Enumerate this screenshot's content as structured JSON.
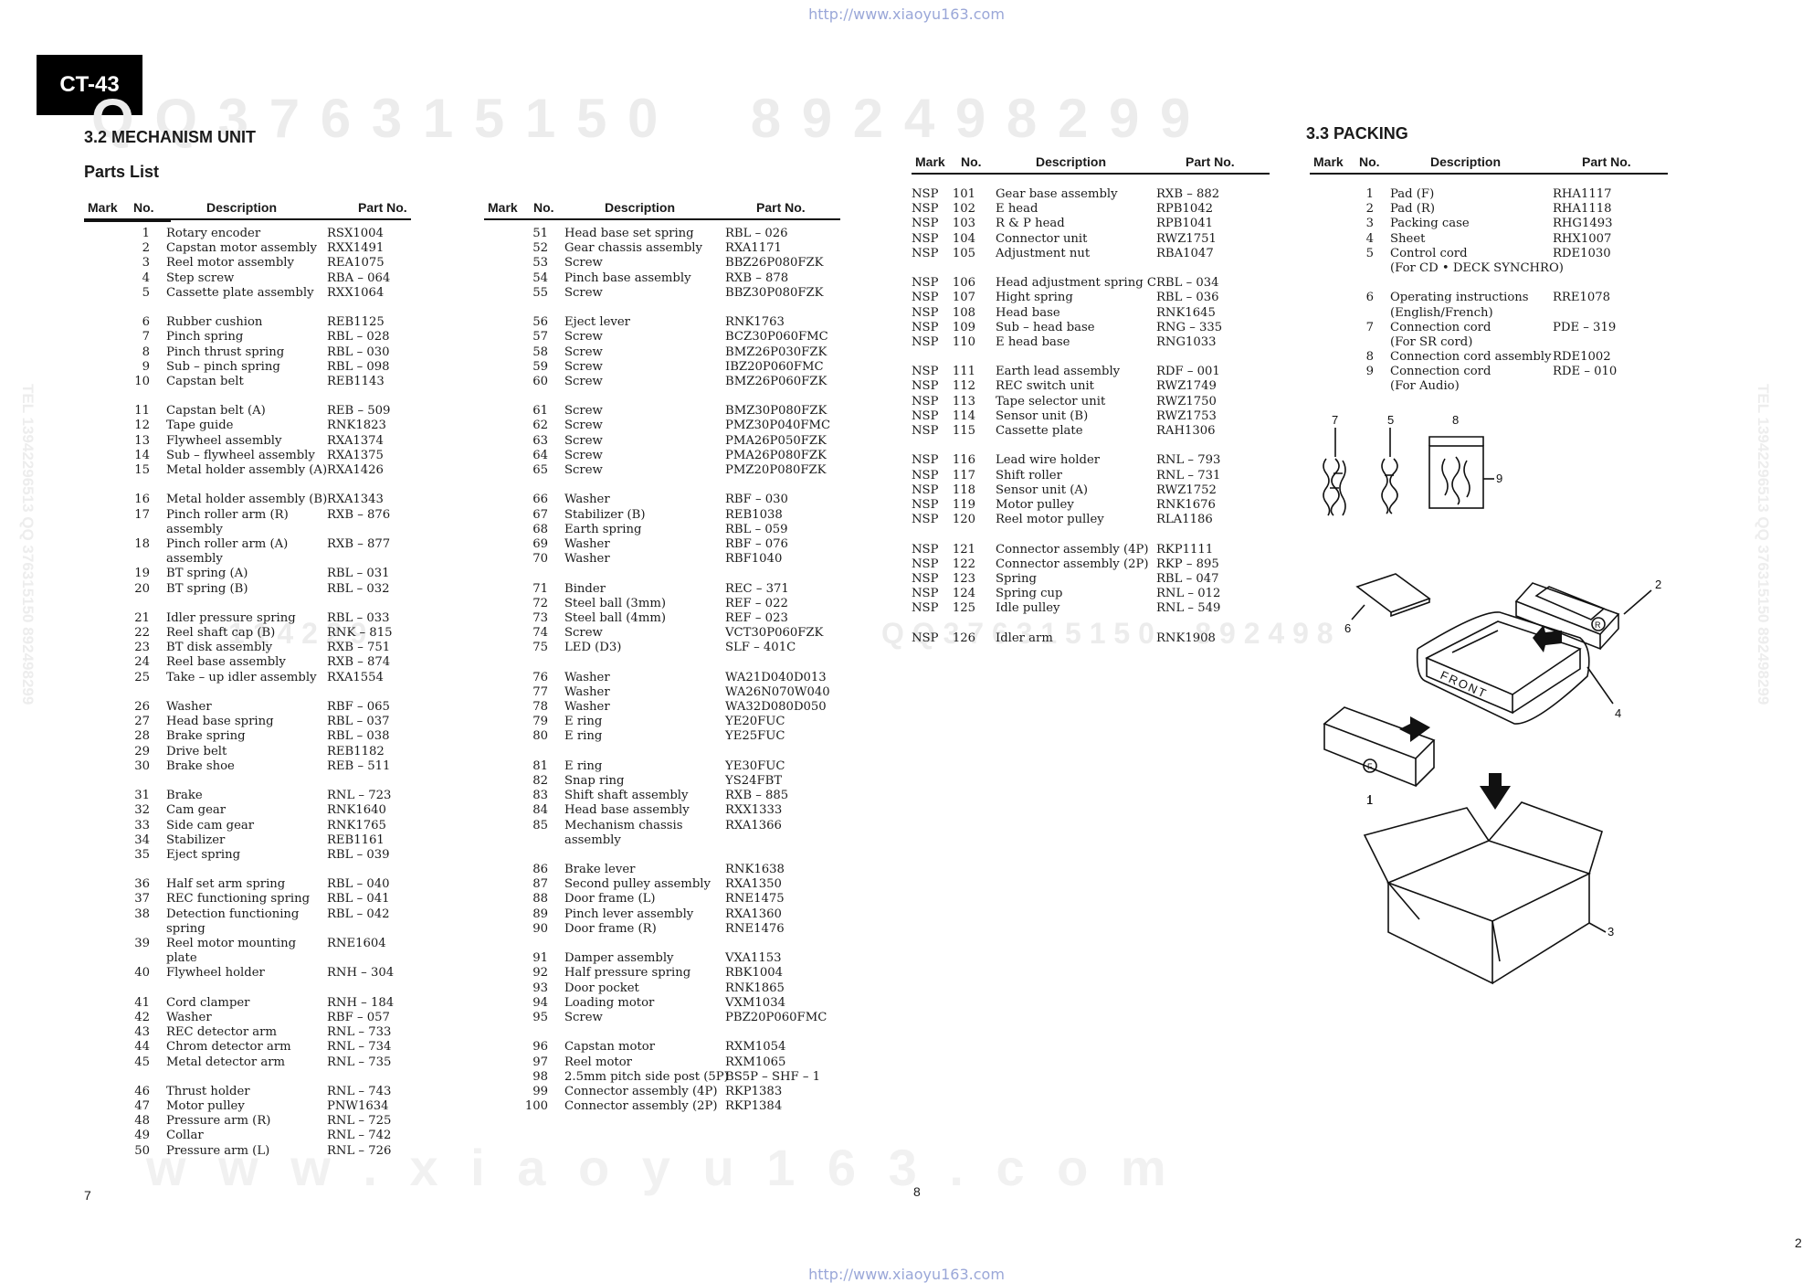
{
  "header": {
    "source_url": "http://www.xiaoyu163.com",
    "model": "CT-43"
  },
  "footer": {
    "source_url": "http://www.xiaoyu163.com",
    "page_left": "7",
    "page_mid": "8",
    "page_right": "2"
  },
  "watermarks": {
    "top_digits": "Q Q 3 7 6 3 1 5 1 5 0     8 9 2 4 9 8 2 9 9",
    "mid_digits_1": "1 1 4 2 2 9",
    "mid_digits_2": "Q Q 3 7 6 3 1 5 1 5 0     8 9 2 4 9 8",
    "bottom_site": "w w w . x i a o y u 1 6 3 . c o m",
    "left_vertical": "TEL 13942296513 QQ 376315150 892498299",
    "right_vertical": "TEL 13942296513 QQ 376315150 892498299"
  },
  "mechanism": {
    "section_title": "3.2  MECHANISM UNIT",
    "subtitle": "Parts List"
  },
  "packing": {
    "section_title": "3.3  PACKING"
  },
  "columns": {
    "mark": "Mark",
    "no": "No.",
    "description": "Description",
    "part": "Part No."
  },
  "table1": [
    {
      "no": "1",
      "desc": "Rotary encoder",
      "part": "RSX1004"
    },
    {
      "no": "2",
      "desc": "Capstan motor assembly",
      "part": "RXX1491"
    },
    {
      "no": "3",
      "desc": "Reel motor assembly",
      "part": "REA1075"
    },
    {
      "no": "4",
      "desc": "Step screw",
      "part": "RBA – 064"
    },
    {
      "no": "5",
      "desc": "Cassette plate assembly",
      "part": "RXX1064"
    },
    {
      "no": "6",
      "desc": "Rubber cushion",
      "part": "REB1125",
      "gap": true
    },
    {
      "no": "7",
      "desc": "Pinch spring",
      "part": "RBL – 028"
    },
    {
      "no": "8",
      "desc": "Pinch thrust spring",
      "part": "RBL – 030"
    },
    {
      "no": "9",
      "desc": "Sub – pinch spring",
      "part": "RBL – 098"
    },
    {
      "no": "10",
      "desc": "Capstan belt",
      "part": "REB1143"
    },
    {
      "no": "11",
      "desc": "Capstan belt (A)",
      "part": "REB – 509",
      "gap": true
    },
    {
      "no": "12",
      "desc": "Tape guide",
      "part": "RNK1823"
    },
    {
      "no": "13",
      "desc": "Flywheel assembly",
      "part": "RXA1374"
    },
    {
      "no": "14",
      "desc": "Sub – flywheel assembly",
      "part": "RXA1375"
    },
    {
      "no": "15",
      "desc": "Metal holder assembly (A)",
      "part": "RXA1426"
    },
    {
      "no": "16",
      "desc": "Metal holder assembly (B)",
      "part": "RXA1343",
      "gap": true
    },
    {
      "no": "17",
      "desc": "Pinch roller arm (R)",
      "part": "RXB – 876"
    },
    {
      "no": "",
      "desc": "assembly",
      "part": ""
    },
    {
      "no": "18",
      "desc": "Pinch roller arm (A)",
      "part": "RXB – 877"
    },
    {
      "no": "",
      "desc": "assembly",
      "part": ""
    },
    {
      "no": "19",
      "desc": "BT spring (A)",
      "part": "RBL – 031"
    },
    {
      "no": "20",
      "desc": "BT spring (B)",
      "part": "RBL – 032"
    },
    {
      "no": "21",
      "desc": "Idler pressure spring",
      "part": "RBL – 033",
      "gap": true
    },
    {
      "no": "22",
      "desc": "Reel shaft cap (B)",
      "part": "RNK – 815"
    },
    {
      "no": "23",
      "desc": "BT disk assembly",
      "part": "RXB – 751"
    },
    {
      "no": "24",
      "desc": "Reel base assembly",
      "part": "RXB – 874"
    },
    {
      "no": "25",
      "desc": "Take – up idler assembly",
      "part": "RXA1554"
    },
    {
      "no": "26",
      "desc": "Washer",
      "part": "RBF – 065",
      "gap": true
    },
    {
      "no": "27",
      "desc": "Head base spring",
      "part": "RBL – 037"
    },
    {
      "no": "28",
      "desc": "Brake spring",
      "part": "RBL – 038"
    },
    {
      "no": "29",
      "desc": "Drive belt",
      "part": "REB1182"
    },
    {
      "no": "30",
      "desc": "Brake shoe",
      "part": "REB – 511"
    },
    {
      "no": "31",
      "desc": "Brake",
      "part": "RNL – 723",
      "gap": true
    },
    {
      "no": "32",
      "desc": "Cam gear",
      "part": "RNK1640"
    },
    {
      "no": "33",
      "desc": "Side cam gear",
      "part": "RNK1765"
    },
    {
      "no": "34",
      "desc": "Stabilizer",
      "part": "REB1161"
    },
    {
      "no": "35",
      "desc": "Eject spring",
      "part": "RBL – 039"
    },
    {
      "no": "36",
      "desc": "Half set arm spring",
      "part": "RBL – 040",
      "gap": true
    },
    {
      "no": "37",
      "desc": "REC functioning spring",
      "part": "RBL – 041"
    },
    {
      "no": "38",
      "desc": "Detection functioning",
      "part": "RBL – 042"
    },
    {
      "no": "",
      "desc": "spring",
      "part": ""
    },
    {
      "no": "39",
      "desc": "Reel motor mounting",
      "part": "RNE1604"
    },
    {
      "no": "",
      "desc": "plate",
      "part": ""
    },
    {
      "no": "40",
      "desc": "Flywheel holder",
      "part": "RNH – 304"
    },
    {
      "no": "41",
      "desc": "Cord clamper",
      "part": "RNH – 184",
      "gap": true
    },
    {
      "no": "42",
      "desc": "Washer",
      "part": "RBF – 057"
    },
    {
      "no": "43",
      "desc": "REC detector arm",
      "part": "RNL – 733"
    },
    {
      "no": "44",
      "desc": "Chrom detector arm",
      "part": "RNL – 734"
    },
    {
      "no": "45",
      "desc": "Metal detector arm",
      "part": "RNL – 735"
    },
    {
      "no": "46",
      "desc": "Thrust holder",
      "part": "RNL – 743",
      "gap": true
    },
    {
      "no": "47",
      "desc": "Motor pulley",
      "part": "PNW1634"
    },
    {
      "no": "48",
      "desc": "Pressure arm (R)",
      "part": "RNL – 725"
    },
    {
      "no": "49",
      "desc": "Collar",
      "part": "RNL – 742"
    },
    {
      "no": "50",
      "desc": "Pressure arm (L)",
      "part": "RNL – 726"
    }
  ],
  "table2": [
    {
      "no": "51",
      "desc": "Head base set spring",
      "part": "RBL – 026"
    },
    {
      "no": "52",
      "desc": "Gear chassis assembly",
      "part": "RXA1171"
    },
    {
      "no": "53",
      "desc": "Screw",
      "part": "BBZ26P080FZK"
    },
    {
      "no": "54",
      "desc": "Pinch base assembly",
      "part": "RXB – 878"
    },
    {
      "no": "55",
      "desc": "Screw",
      "part": "BBZ30P080FZK"
    },
    {
      "no": "56",
      "desc": "Eject lever",
      "part": "RNK1763",
      "gap": true
    },
    {
      "no": "57",
      "desc": "Screw",
      "part": "BCZ30P060FMC"
    },
    {
      "no": "58",
      "desc": "Screw",
      "part": "BMZ26P030FZK"
    },
    {
      "no": "59",
      "desc": "Screw",
      "part": "IBZ20P060FMC"
    },
    {
      "no": "60",
      "desc": "Screw",
      "part": "BMZ26P060FZK"
    },
    {
      "no": "61",
      "desc": "Screw",
      "part": "BMZ30P080FZK",
      "gap": true
    },
    {
      "no": "62",
      "desc": "Screw",
      "part": "PMZ30P040FMC"
    },
    {
      "no": "63",
      "desc": "Screw",
      "part": "PMA26P050FZK"
    },
    {
      "no": "64",
      "desc": "Screw",
      "part": "PMA26P080FZK"
    },
    {
      "no": "65",
      "desc": "Screw",
      "part": "PMZ20P080FZK"
    },
    {
      "no": "66",
      "desc": "Washer",
      "part": "RBF – 030",
      "gap": true
    },
    {
      "no": "67",
      "desc": "Stabilizer (B)",
      "part": "REB1038"
    },
    {
      "no": "68",
      "desc": "Earth spring",
      "part": "RBL – 059"
    },
    {
      "no": "69",
      "desc": "Washer",
      "part": "RBF – 076"
    },
    {
      "no": "70",
      "desc": "Washer",
      "part": "RBF1040"
    },
    {
      "no": "71",
      "desc": "Binder",
      "part": "REC – 371",
      "gap": true
    },
    {
      "no": "72",
      "desc": "Steel ball (3mm)",
      "part": "REF – 022"
    },
    {
      "no": "73",
      "desc": "Steel ball (4mm)",
      "part": "REF – 023"
    },
    {
      "no": "74",
      "desc": "Screw",
      "part": "VCT30P060FZK"
    },
    {
      "no": "75",
      "desc": "LED (D3)",
      "part": "SLF – 401C"
    },
    {
      "no": "76",
      "desc": "Washer",
      "part": "WA21D040D013",
      "gap": true
    },
    {
      "no": "77",
      "desc": "Washer",
      "part": "WA26N070W040"
    },
    {
      "no": "78",
      "desc": "Washer",
      "part": "WA32D080D050"
    },
    {
      "no": "79",
      "desc": "E ring",
      "part": "YE20FUC"
    },
    {
      "no": "80",
      "desc": "E ring",
      "part": "YE25FUC"
    },
    {
      "no": "81",
      "desc": "E ring",
      "part": "YE30FUC",
      "gap": true
    },
    {
      "no": "82",
      "desc": "Snap ring",
      "part": "YS24FBT"
    },
    {
      "no": "83",
      "desc": "Shift shaft assembly",
      "part": "RXB – 885"
    },
    {
      "no": "84",
      "desc": "Head base assembly",
      "part": "RXX1333"
    },
    {
      "no": "85",
      "desc": "Mechanism chassis",
      "part": "RXA1366"
    },
    {
      "no": "",
      "desc": "assembly",
      "part": ""
    },
    {
      "no": "86",
      "desc": "Brake lever",
      "part": "RNK1638",
      "gap": true
    },
    {
      "no": "87",
      "desc": "Second pulley assembly",
      "part": "RXA1350"
    },
    {
      "no": "88",
      "desc": "Door frame (L)",
      "part": "RNE1475"
    },
    {
      "no": "89",
      "desc": "Pinch lever assembly",
      "part": "RXA1360"
    },
    {
      "no": "90",
      "desc": "Door frame (R)",
      "part": "RNE1476"
    },
    {
      "no": "91",
      "desc": "Damper assembly",
      "part": "VXA1153",
      "gap": true
    },
    {
      "no": "92",
      "desc": "Half pressure spring",
      "part": "RBK1004"
    },
    {
      "no": "93",
      "desc": "Door pocket",
      "part": "RNK1865"
    },
    {
      "no": "94",
      "desc": "Loading motor",
      "part": "VXM1034"
    },
    {
      "no": "95",
      "desc": "Screw",
      "part": "PBZ20P060FMC"
    },
    {
      "no": "96",
      "desc": "Capstan motor",
      "part": "RXM1054",
      "gap": true
    },
    {
      "no": "97",
      "desc": "Reel motor",
      "part": "RXM1065"
    },
    {
      "no": "98",
      "desc": "2.5mm pitch side post (5P)",
      "part": "BS5P – SHF – 1"
    },
    {
      "no": "99",
      "desc": "Connector assembly (4P)",
      "part": "RKP1383"
    },
    {
      "no": "100",
      "desc": "Connector assembly (2P)",
      "part": "RKP1384"
    }
  ],
  "table3": [
    {
      "mark": "NSP",
      "no": "101",
      "desc": "Gear base assembly",
      "part": "RXB – 882"
    },
    {
      "mark": "NSP",
      "no": "102",
      "desc": "E head",
      "part": "RPB1042"
    },
    {
      "mark": "NSP",
      "no": "103",
      "desc": "R & P head",
      "part": "RPB1041"
    },
    {
      "mark": "NSP",
      "no": "104",
      "desc": "Connector unit",
      "part": "RWZ1751"
    },
    {
      "mark": "NSP",
      "no": "105",
      "desc": "Adjustment nut",
      "part": "RBA1047"
    },
    {
      "mark": "NSP",
      "no": "106",
      "desc": "Head adjustment spring C",
      "part": "RBL – 034",
      "gap": true
    },
    {
      "mark": "NSP",
      "no": "107",
      "desc": "Hight spring",
      "part": "RBL – 036"
    },
    {
      "mark": "NSP",
      "no": "108",
      "desc": "Head base",
      "part": "RNK1645"
    },
    {
      "mark": "NSP",
      "no": "109",
      "desc": "Sub – head base",
      "part": "RNG – 335"
    },
    {
      "mark": "NSP",
      "no": "110",
      "desc": "E head base",
      "part": "RNG1033"
    },
    {
      "mark": "NSP",
      "no": "111",
      "desc": "Earth lead assembly",
      "part": "RDF – 001",
      "gap": true
    },
    {
      "mark": "NSP",
      "no": "112",
      "desc": "REC switch unit",
      "part": "RWZ1749"
    },
    {
      "mark": "NSP",
      "no": "113",
      "desc": "Tape selector unit",
      "part": "RWZ1750"
    },
    {
      "mark": "NSP",
      "no": "114",
      "desc": "Sensor unit (B)",
      "part": "RWZ1753"
    },
    {
      "mark": "NSP",
      "no": "115",
      "desc": "Cassette plate",
      "part": "RAH1306"
    },
    {
      "mark": "NSP",
      "no": "116",
      "desc": "Lead wire holder",
      "part": "RNL – 793",
      "gap": true
    },
    {
      "mark": "NSP",
      "no": "117",
      "desc": "Shift roller",
      "part": "RNL – 731"
    },
    {
      "mark": "NSP",
      "no": "118",
      "desc": "Sensor unit (A)",
      "part": "RWZ1752"
    },
    {
      "mark": "NSP",
      "no": "119",
      "desc": "Motor pulley",
      "part": "RNK1676"
    },
    {
      "mark": "NSP",
      "no": "120",
      "desc": "Reel motor pulley",
      "part": "RLA1186"
    },
    {
      "mark": "NSP",
      "no": "121",
      "desc": "Connector assembly (4P)",
      "part": "RKP1111",
      "gap": true
    },
    {
      "mark": "NSP",
      "no": "122",
      "desc": "Connector assembly (2P)",
      "part": "RKP – 895"
    },
    {
      "mark": "NSP",
      "no": "123",
      "desc": "Spring",
      "part": "RBL – 047"
    },
    {
      "mark": "NSP",
      "no": "124",
      "desc": "Spring cup",
      "part": "RNL – 012"
    },
    {
      "mark": "NSP",
      "no": "125",
      "desc": "Idle pulley",
      "part": "RNL – 549"
    },
    {
      "mark": "NSP",
      "no": "126",
      "desc": "Idler arm",
      "part": "RNK1908",
      "gap": true
    }
  ],
  "table4": [
    {
      "no": "1",
      "desc": "Pad (F)",
      "part": "RHA1117"
    },
    {
      "no": "2",
      "desc": "Pad (R)",
      "part": "RHA1118"
    },
    {
      "no": "3",
      "desc": "Packing case",
      "part": "RHG1493"
    },
    {
      "no": "4",
      "desc": "Sheet",
      "part": "RHX1007"
    },
    {
      "no": "5",
      "desc": "Control cord",
      "part": "RDE1030"
    },
    {
      "no": "",
      "desc": "(For CD • DECK SYNCHRO)",
      "part": ""
    },
    {
      "no": "6",
      "desc": "Operating instructions",
      "part": "RRE1078",
      "gap": true
    },
    {
      "no": "",
      "desc": "(English/French)",
      "part": ""
    },
    {
      "no": "7",
      "desc": "Connection cord",
      "part": "PDE – 319"
    },
    {
      "no": "",
      "desc": "(For SR cord)",
      "part": ""
    },
    {
      "no": "8",
      "desc": "Connection cord assembly",
      "part": "RDE1002"
    },
    {
      "no": "9",
      "desc": "Connection cord",
      "part": "RDE – 010"
    },
    {
      "no": "",
      "desc": "(For Audio)",
      "part": ""
    }
  ],
  "diagram": {
    "callouts": [
      "1",
      "2",
      "3",
      "4",
      "5",
      "6",
      "7",
      "8",
      "9"
    ],
    "front_label": "FRONT",
    "pad_r_mark": "R",
    "pad_f_mark": "F"
  }
}
